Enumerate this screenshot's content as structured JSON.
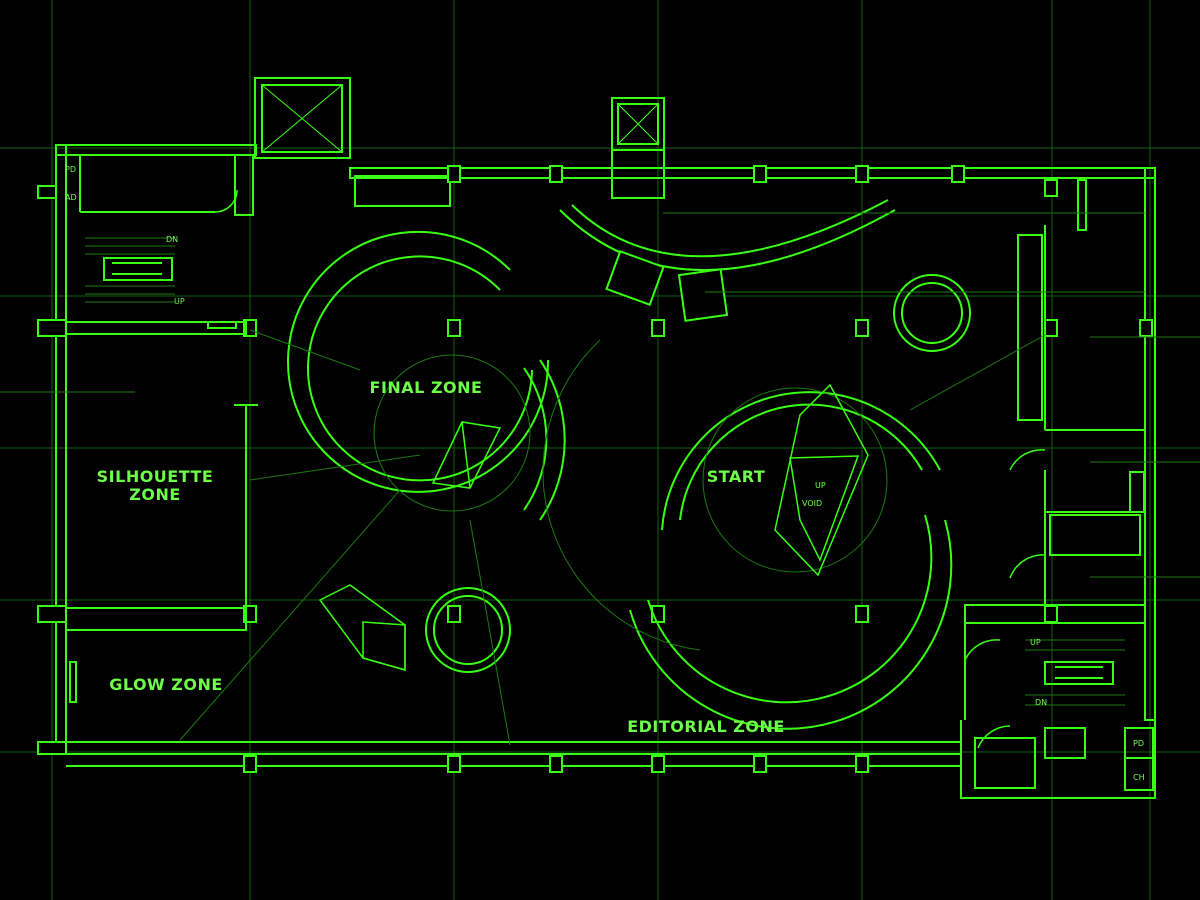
{
  "colors": {
    "background": "#000000",
    "line": "#39ff14",
    "line_dim": "#1b7a10",
    "label": "#6dff4a"
  },
  "zones": {
    "final": "FINAL ZONE",
    "start": "START",
    "silhouette_line1": "SILHOUETTE",
    "silhouette_line2": "ZONE",
    "glow": "GLOW ZONE",
    "editorial": "EDITORIAL ZONE"
  },
  "annotations": {
    "pd_top": "PD",
    "ad_top": "AD",
    "dn_top": "DN",
    "up_top": "UP",
    "up_ramp": "UP",
    "void": "VOID",
    "up_bottom": "UP",
    "dn_bottom": "DN",
    "pd_bottom": "PD",
    "ch_bottom": "CH"
  }
}
